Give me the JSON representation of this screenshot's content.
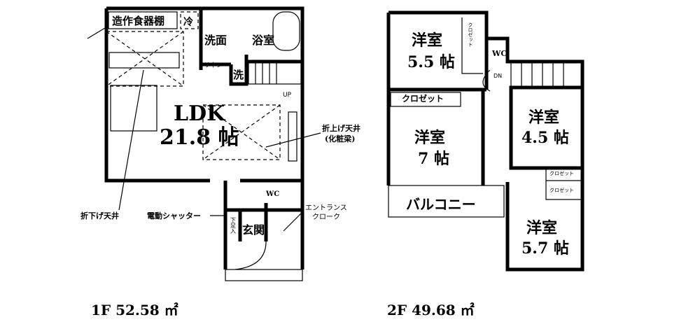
{
  "floor1": {
    "area_label": "1F 52.58 ㎡",
    "rooms": {
      "cupboard": "造作食器棚",
      "fridge": "冷",
      "washroom": "洗面",
      "bathroom": "浴室",
      "linen": "リネン",
      "washer": "洗",
      "up": "UP",
      "ldk": "LDK",
      "ldk_size": "21.8 帖",
      "wc": "WC",
      "entrance": "玄関",
      "shoe": "下足入"
    },
    "notes": {
      "raised_ceiling": "折上げ天井",
      "raised_ceiling_sub": "(化粧梁)",
      "lowered_ceiling": "折下げ天井",
      "shutter": "電動シャッター",
      "cloak_1": "エントランス",
      "cloak_2": "クローク"
    }
  },
  "floor2": {
    "area_label": "2F 49.68 ㎡",
    "rooms": {
      "room1": "洋室",
      "room1_size": "5.5 帖",
      "closet1": "クロゼット",
      "wc": "WC",
      "dn": "DN",
      "closet2": "クロゼット",
      "room2": "洋室",
      "room2_size": "7 帖",
      "room3": "洋室",
      "room3_size": "4.5 帖",
      "closet3": "クロゼット",
      "closet4": "クロゼット",
      "balcony": "バルコニー",
      "room4": "洋室",
      "room4_size": "5.7 帖"
    }
  }
}
